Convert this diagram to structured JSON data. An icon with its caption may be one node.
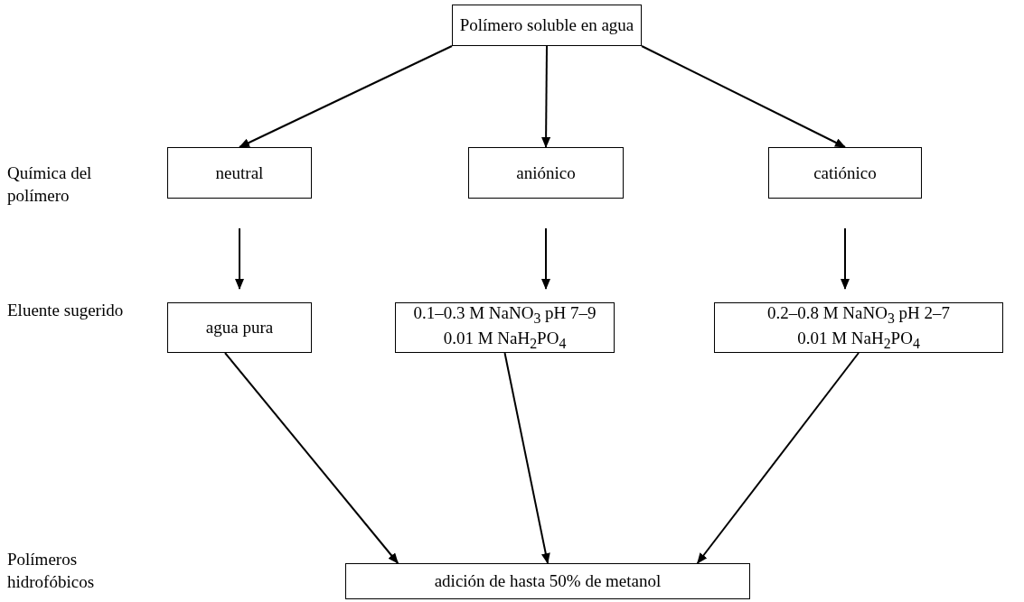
{
  "diagram": {
    "nodes": [
      {
        "text": [
          "Polímero soluble en agua"
        ]
      },
      {
        "text": [
          "neutral"
        ]
      },
      {
        "text": [
          "aniónico"
        ]
      },
      {
        "text": [
          "catiónico"
        ]
      },
      {
        "text": [
          "agua pura"
        ]
      },
      {
        "text": [
          "0.1–0.3 M NaNO$_{3}$ pH 7–9 0.01 M NaH$_{2}$PO$_{4}$"
        ]
      },
      {
        "text": [
          "0.2–0.8 M NaNO$_{3}$ pH 2–7 0.01 M NaH$_{2}$PO$_{4}$"
        ]
      },
      {
        "text": [
          "adición de hasta 50% de metanol"
        ]
      }
    ],
    "edges": [
      {
        "from": 0,
        "to": 1,
        "arrow": "to"
      },
      {
        "from": 0,
        "to": 2,
        "arrow": "to"
      },
      {
        "from": 0,
        "to": 3,
        "arrow": "to"
      },
      {
        "from": 1,
        "to": 4,
        "arrow": "to"
      },
      {
        "from": 2,
        "to": 5,
        "arrow": "to"
      },
      {
        "from": 3,
        "to": 6,
        "arrow": "to"
      },
      {
        "from": 4,
        "to": 7,
        "arrow": "to"
      },
      {
        "from": 5,
        "to": 7,
        "arrow": "to"
      },
      {
        "from": 6,
        "to": 7,
        "arrow": "to"
      }
    ],
    "labels": [
      "Química del polímero",
      "Eluente sugerido",
      "Polímeros hidrofóbicos"
    ]
  }
}
